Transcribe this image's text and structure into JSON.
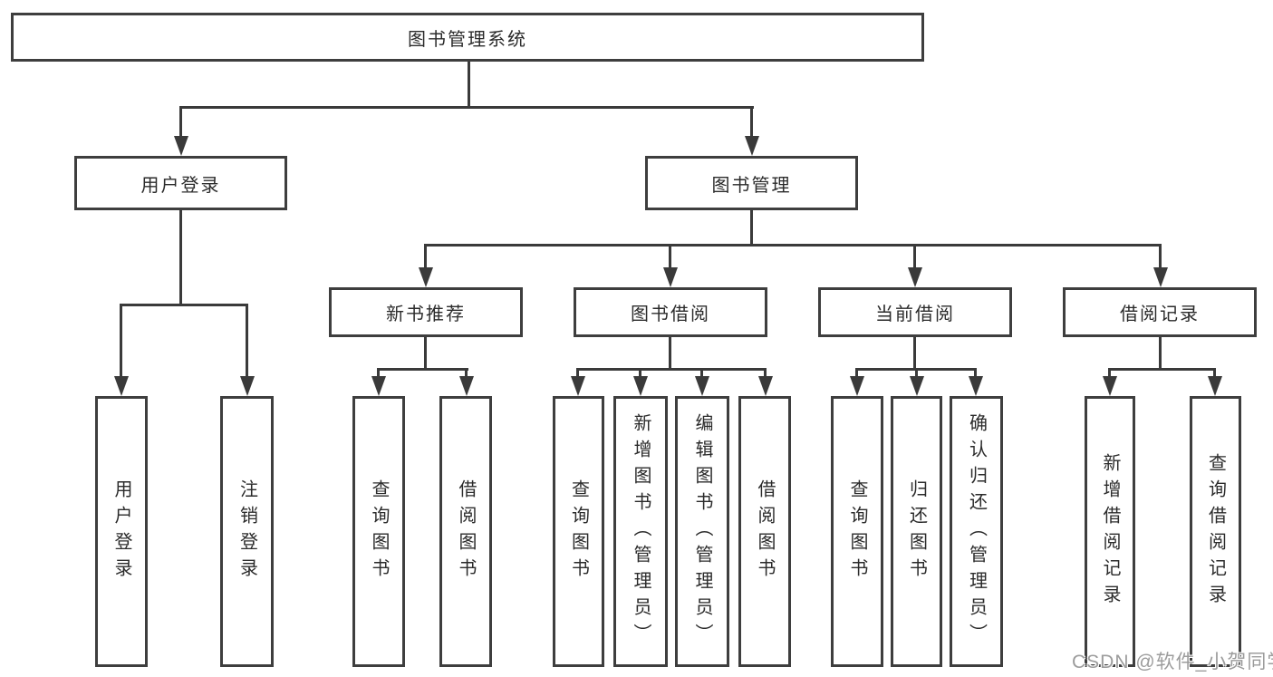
{
  "diagram": {
    "root": {
      "label": "图书管理系统"
    },
    "level2": {
      "user_login": {
        "label": "用户登录"
      },
      "book_mgmt": {
        "label": "图书管理"
      }
    },
    "level3": {
      "new_books": {
        "label": "新书推荐"
      },
      "book_borrow": {
        "label": "图书借阅"
      },
      "current_borrow": {
        "label": "当前借阅"
      },
      "borrow_records": {
        "label": "借阅记录"
      }
    },
    "leaves": {
      "user_login": [
        "用户登录",
        "注销登录"
      ],
      "new_books": [
        "查询图书",
        "借阅图书"
      ],
      "book_borrow": [
        "查询图书",
        "新增图书（管理员）",
        "编辑图书（管理员）",
        "借阅图书"
      ],
      "current_borrow": [
        "查询图书",
        "归还图书",
        "确认归还（管理员）"
      ],
      "borrow_records": [
        "新增借阅记录",
        "查询借阅记录"
      ]
    }
  },
  "watermark": {
    "text": "CSDN @软件_小贺同学"
  },
  "colors": {
    "background": "#ffffff",
    "line": "#3a3a3a",
    "box_border": "#3e3e3e",
    "text": "#2b2b2b",
    "watermark_text": "#9c9c9c"
  }
}
